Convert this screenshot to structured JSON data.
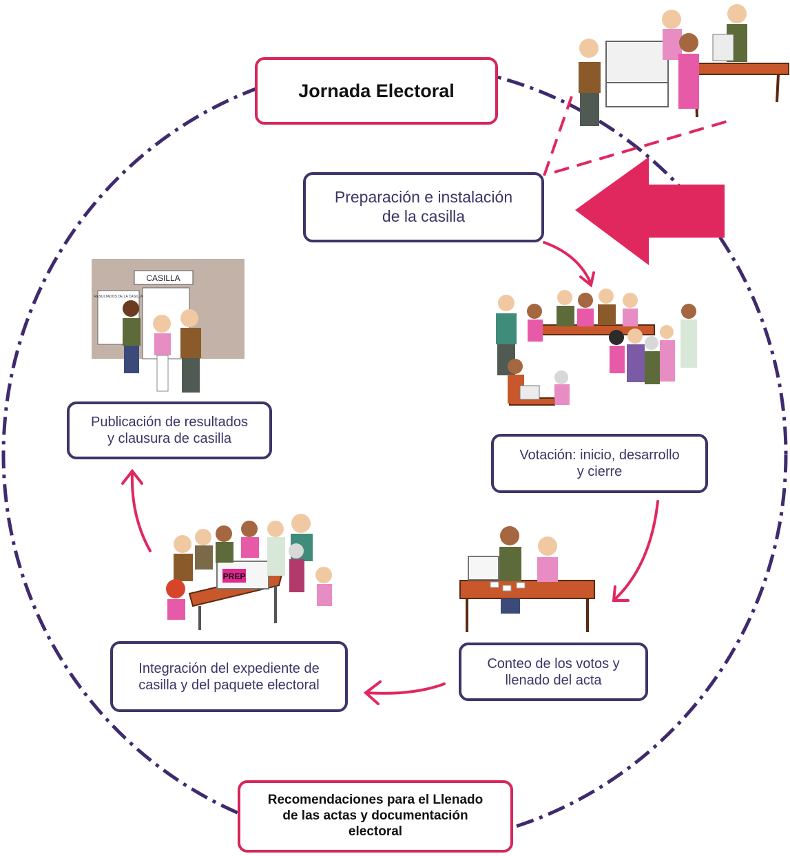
{
  "colors": {
    "circle": "#3f2a6e",
    "accent": "#e0285f",
    "box_border": "#3f3468",
    "text": "#3a3566"
  },
  "title_box": {
    "label": "Jornada Electoral"
  },
  "bottom_box": {
    "label": "Recomendaciones para el Llenado\nde las actas y documentación\nelectoral"
  },
  "steps": [
    {
      "label": "Preparación e instalación\nde la casilla"
    },
    {
      "label": "Votación: inicio, desarrollo\ny cierre"
    },
    {
      "label": "Conteo de los votos y\nllenado del acta"
    },
    {
      "label": "Integración del expediente de\ncasilla y del paquete electoral"
    },
    {
      "label": "Publicación de resultados\ny clausura de casilla"
    }
  ],
  "illustrations": {
    "casilla_sign": "CASILLA",
    "resultados_sheet": "RESULTADOS DE LA CASILLA",
    "prep_box": "PREP"
  },
  "icons": [
    "current-step-arrow-icon",
    "flow-arrow-icon"
  ]
}
